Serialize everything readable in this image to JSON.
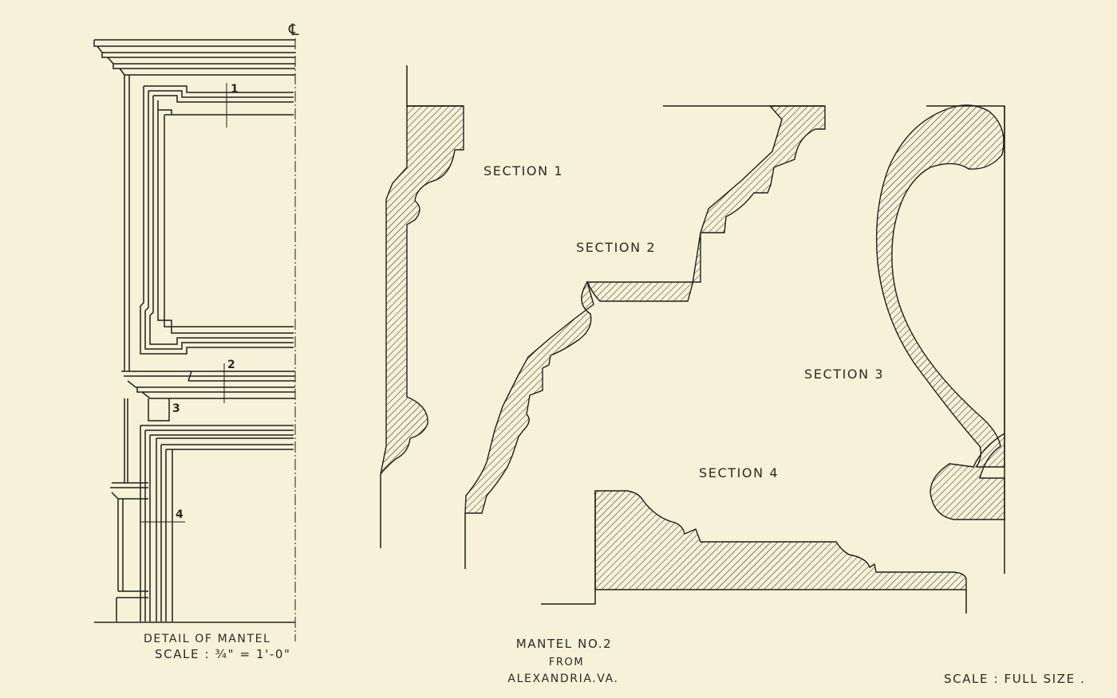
{
  "title": {
    "line1": "MANTEL NO.2",
    "line2": "FROM",
    "line3": "ALEXANDRIA.VA."
  },
  "detail": {
    "caption": "DETAIL OF MANTEL",
    "scale": "SCALE : ¾\" = 1'-0\"",
    "centerline": "℄",
    "markers": [
      "1",
      "2",
      "3",
      "4"
    ]
  },
  "sections": {
    "s1": "SECTION 1",
    "s2": "SECTION 2",
    "s3": "SECTION 3",
    "s4": "SECTION 4"
  },
  "scale_note": "SCALE : FULL SIZE ."
}
